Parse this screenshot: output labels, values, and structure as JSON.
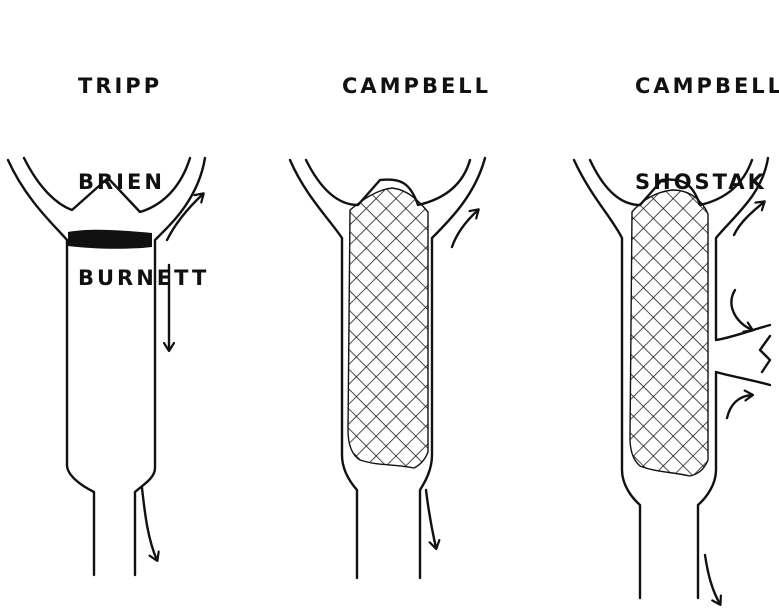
{
  "panels": [
    {
      "label_lines": [
        "TRIPP",
        "BRIEN",
        "BURNETT"
      ]
    },
    {
      "label_lines": [
        "CAMPBELL"
      ]
    },
    {
      "label_lines": [
        "CAMPBELL",
        "SHOSTAK"
      ]
    }
  ],
  "colors": {
    "ink": "#111111",
    "background": "#ffffff"
  }
}
